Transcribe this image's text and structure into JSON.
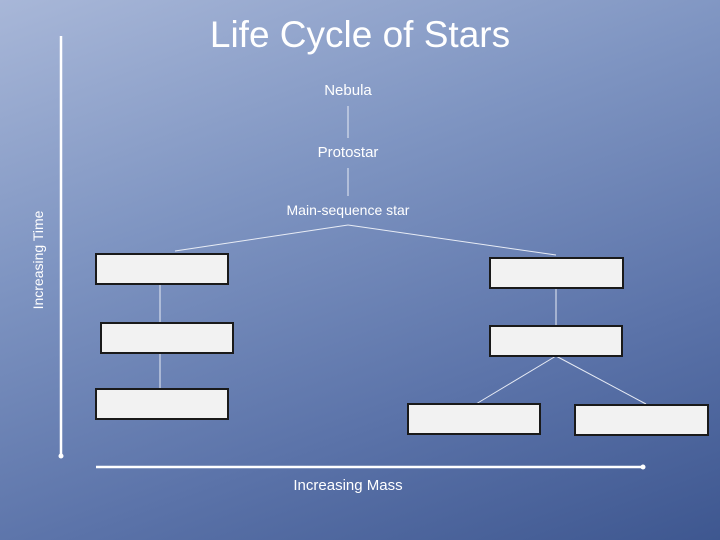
{
  "diagram": {
    "title": "Life Cycle of Stars",
    "nodes": {
      "nebula": "Nebula",
      "protostar": "Protostar",
      "main_sequence": "Main-sequence star"
    },
    "axes": {
      "time": "Increasing Time",
      "mass": "Increasing Mass"
    },
    "blank_boxes": [
      {
        "branch": "low-mass",
        "stage": 1,
        "text": ""
      },
      {
        "branch": "low-mass",
        "stage": 2,
        "text": ""
      },
      {
        "branch": "low-mass",
        "stage": 3,
        "text": ""
      },
      {
        "branch": "high-mass",
        "stage": 1,
        "text": ""
      },
      {
        "branch": "high-mass",
        "stage": 2,
        "text": ""
      },
      {
        "branch": "high-mass",
        "stage": 3,
        "option": "a",
        "text": ""
      },
      {
        "branch": "high-mass",
        "stage": 3,
        "option": "b",
        "text": ""
      }
    ]
  }
}
